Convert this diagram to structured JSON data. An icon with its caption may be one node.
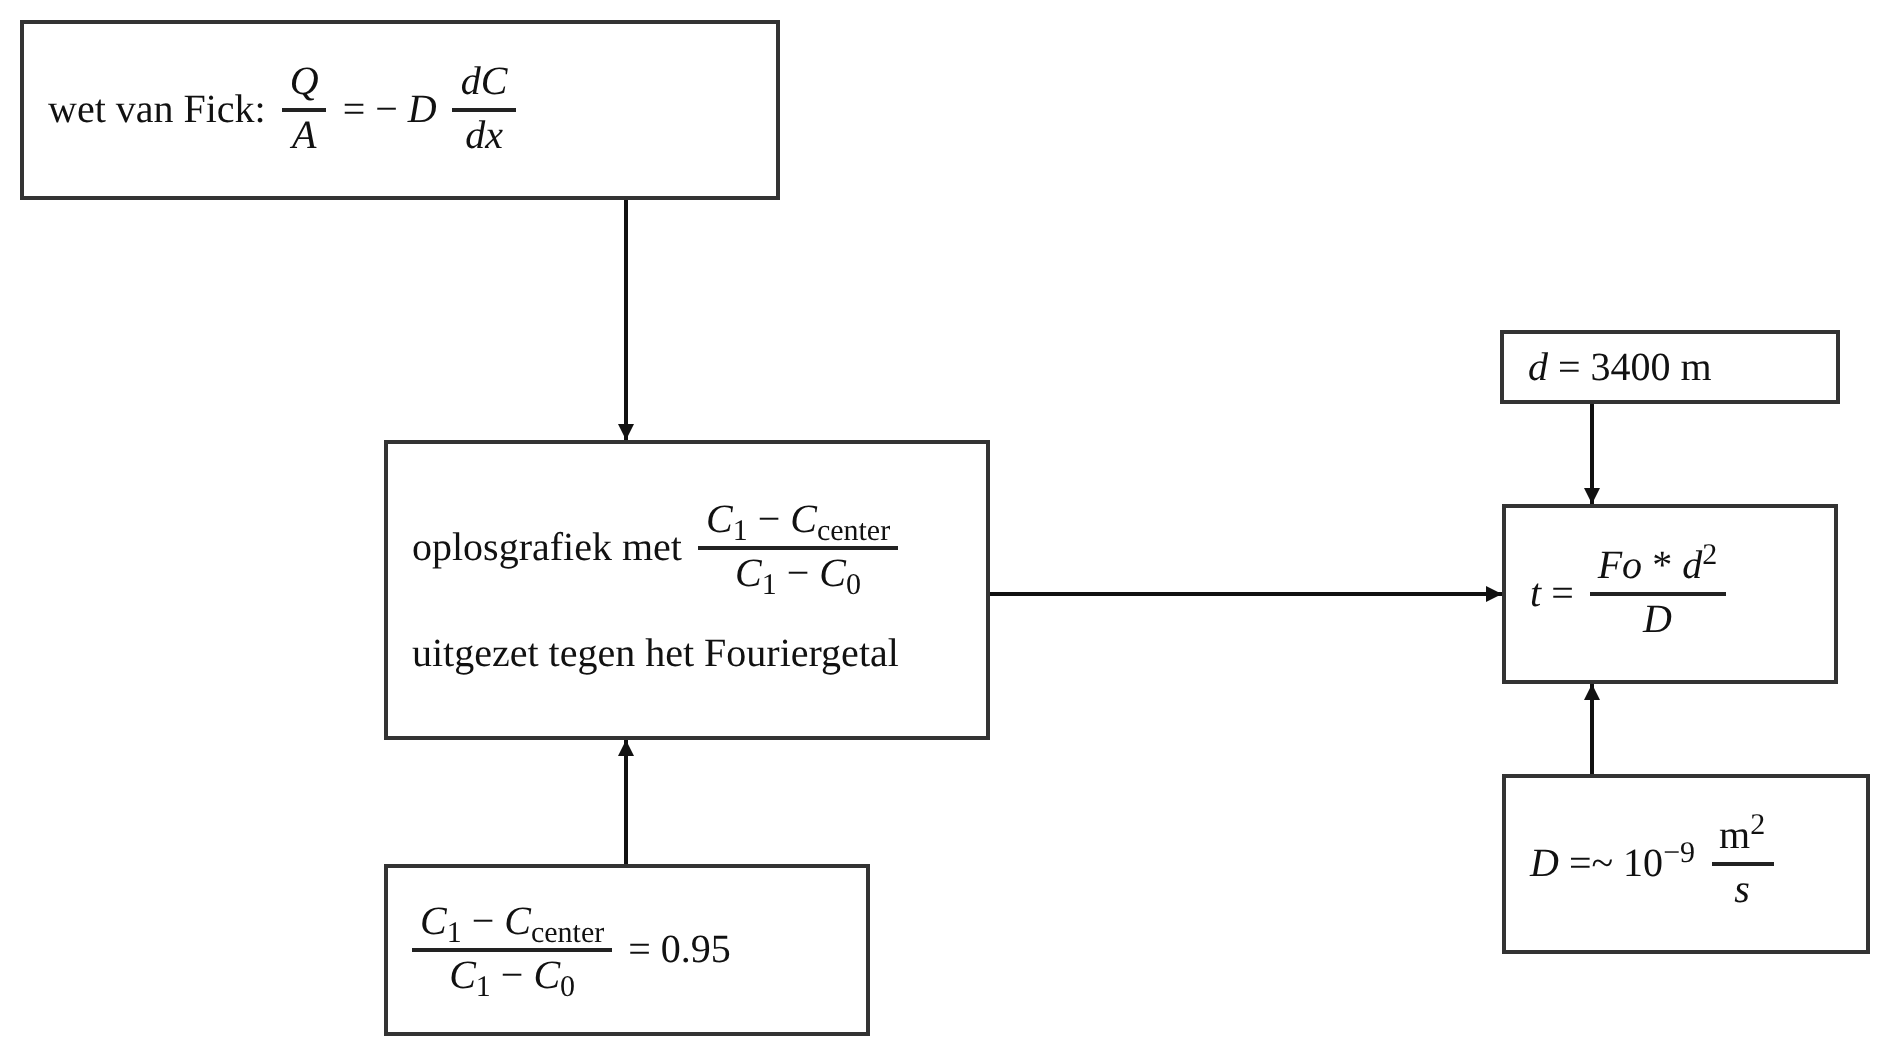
{
  "diagram": {
    "nodes": [
      {
        "text": [
          "wet van Fick:",
          "*Q*",
          "*A*",
          "= − *D*",
          "*dC*",
          "*dx*"
        ]
      },
      {
        "text": [
          "oplosgrafiek met",
          "*C*$_{1}$ − *C*$_{center}$",
          "*C*$_{1}$ − *C*$_{0}$",
          "uitgezet tegen het Fouriergetal"
        ]
      },
      {
        "text": [
          "*d* = 3400 m"
        ]
      },
      {
        "text": [
          "*t* =",
          "*Fo* * *d*$^{2}$",
          "*D*"
        ]
      },
      {
        "text": [
          "*D* =~ 10$^{−9}$",
          "m$^{2}$",
          "*s*"
        ]
      },
      {
        "text": [
          "*C*$_{1}$ − *C*$_{center}$",
          "*C*$_{1}$ − *C*$_{0}$",
          "= 0.95"
        ]
      }
    ],
    "edges": [
      {
        "from": 0,
        "to": 1,
        "arrow": "to"
      },
      {
        "from": 5,
        "to": 1,
        "arrow": "to"
      },
      {
        "from": 1,
        "to": 3,
        "arrow": "to"
      },
      {
        "from": 2,
        "to": 3,
        "arrow": "to"
      },
      {
        "from": 4,
        "to": 3,
        "arrow": "to"
      }
    ]
  }
}
